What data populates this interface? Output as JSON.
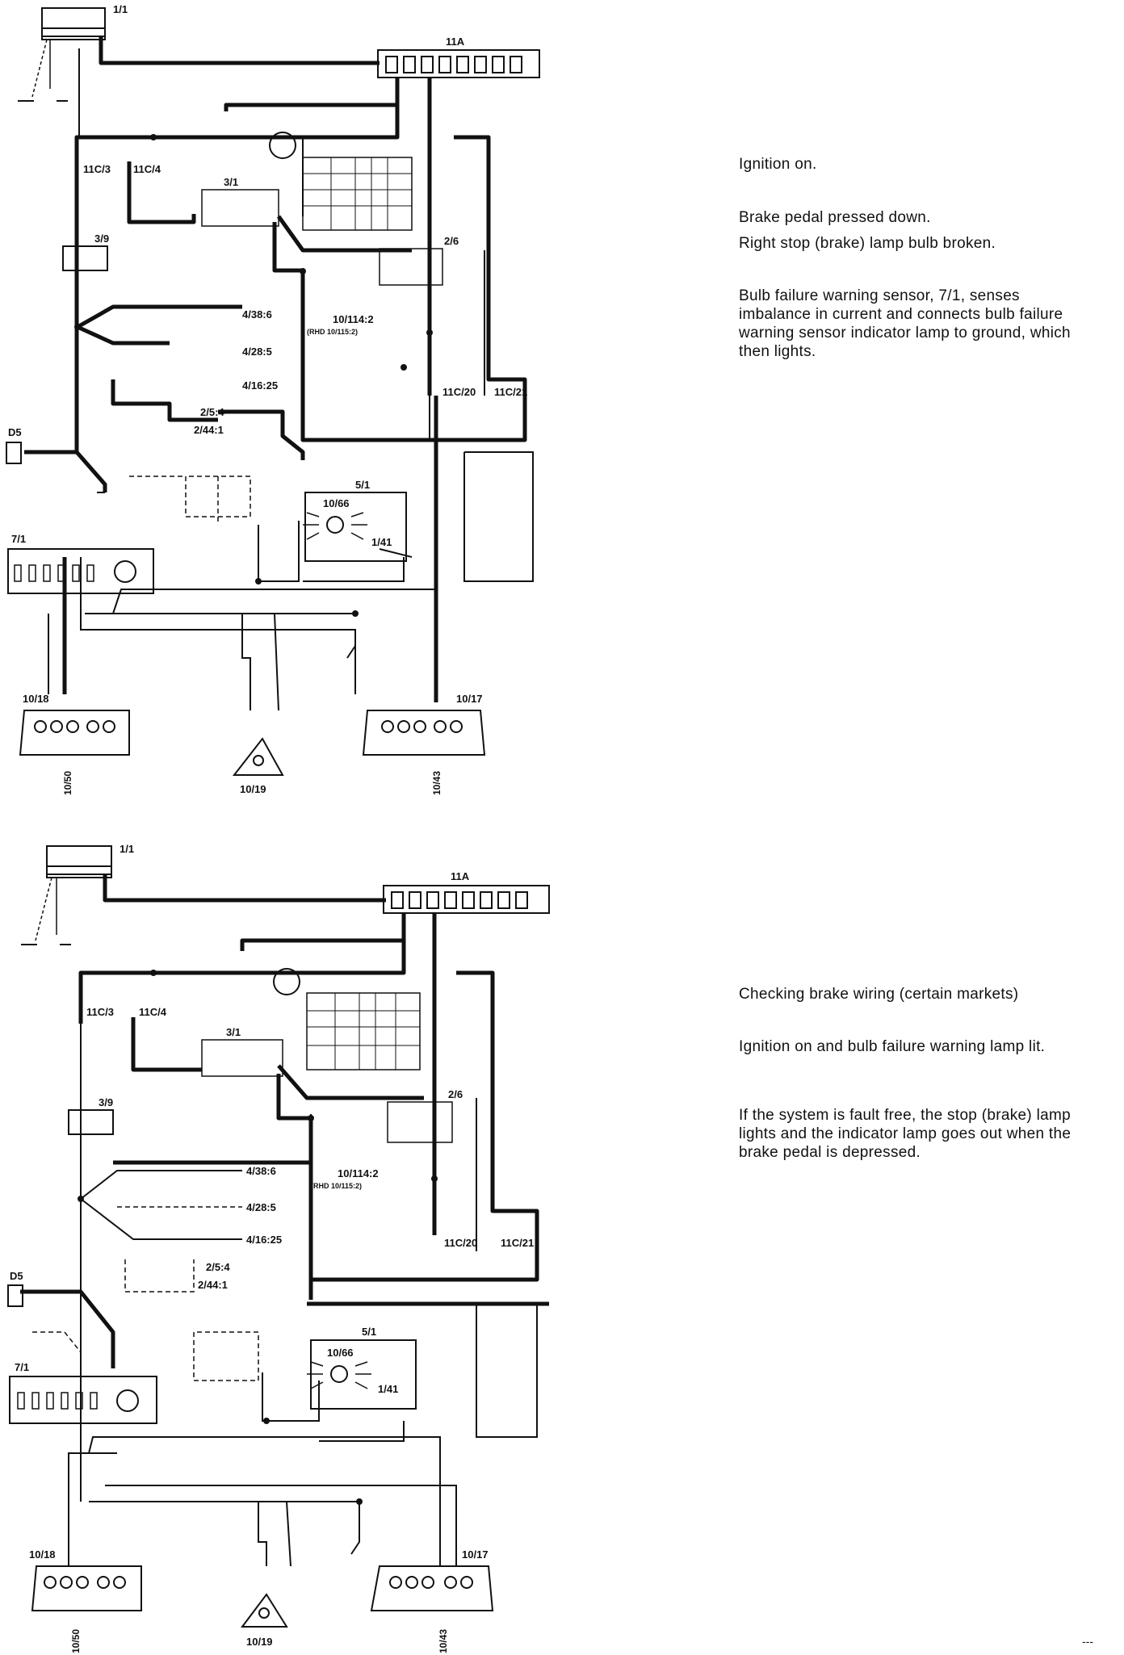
{
  "diagrams": [
    {
      "id": "top",
      "labels": {
        "battery": "1/1",
        "fusebox": "11A",
        "c11c3": "11C/3",
        "c11c4": "11C/4",
        "ign_switch": "3/1",
        "brake_switch": "3/9",
        "relay": "2/6",
        "c4_38_6": "4/38:6",
        "c4_28_5": "4/28:5",
        "c4_16_25": "4/16:25",
        "c2_5_4": "2/5:4",
        "c2_44_1": "2/44:1",
        "c10_114_2": "10/114:2",
        "rhd": "(RHD 10/115:2)",
        "c11c20": "11C/20",
        "c11c21": "11C/21",
        "d5": "D5",
        "instrument": "5/1",
        "c10_66": "10/66",
        "c1_41": "1/41",
        "sensor": "7/1",
        "lamp_left": "10/18",
        "lamp_right": "10/17",
        "lamp_center": "10/19",
        "bulb_left": "10/50",
        "bulb_right": "10/43"
      }
    },
    {
      "id": "bottom",
      "labels": {
        "battery": "1/1",
        "fusebox": "11A",
        "c11c3": "11C/3",
        "c11c4": "11C/4",
        "ign_switch": "3/1",
        "brake_switch": "3/9",
        "relay": "2/6",
        "c4_38_6": "4/38:6",
        "c4_28_5": "4/28:5",
        "c4_16_25": "4/16:25",
        "c2_5_4": "2/5:4",
        "c2_44_1": "2/44:1",
        "c10_114_2": "10/114:2",
        "rhd": "(RHD 10/115:2)",
        "c11c20": "11C/20",
        "c11c21": "11C/21",
        "d5": "D5",
        "instrument": "5/1",
        "c10_66": "10/66",
        "c1_41": "1/41",
        "sensor": "7/1",
        "lamp_left": "10/18",
        "lamp_right": "10/17",
        "lamp_center": "10/19",
        "bulb_left": "10/50",
        "bulb_right": "10/43"
      }
    }
  ],
  "descriptions": {
    "top": [
      "Ignition on.",
      "Brake pedal pressed down.",
      "Right stop (brake) lamp bulb broken.",
      "Bulb failure warning sensor, 7/1, senses imbalance in current and connects bulb failure warning sensor indicator lamp to ground, which then lights."
    ],
    "bottom": [
      "Checking brake wiring (certain markets)",
      "Ignition on and bulb failure warning lamp lit.",
      "If the system is fault free, the stop (brake) lamp lights and the indicator lamp goes out when the brake pedal is depressed."
    ]
  },
  "footer": "---"
}
